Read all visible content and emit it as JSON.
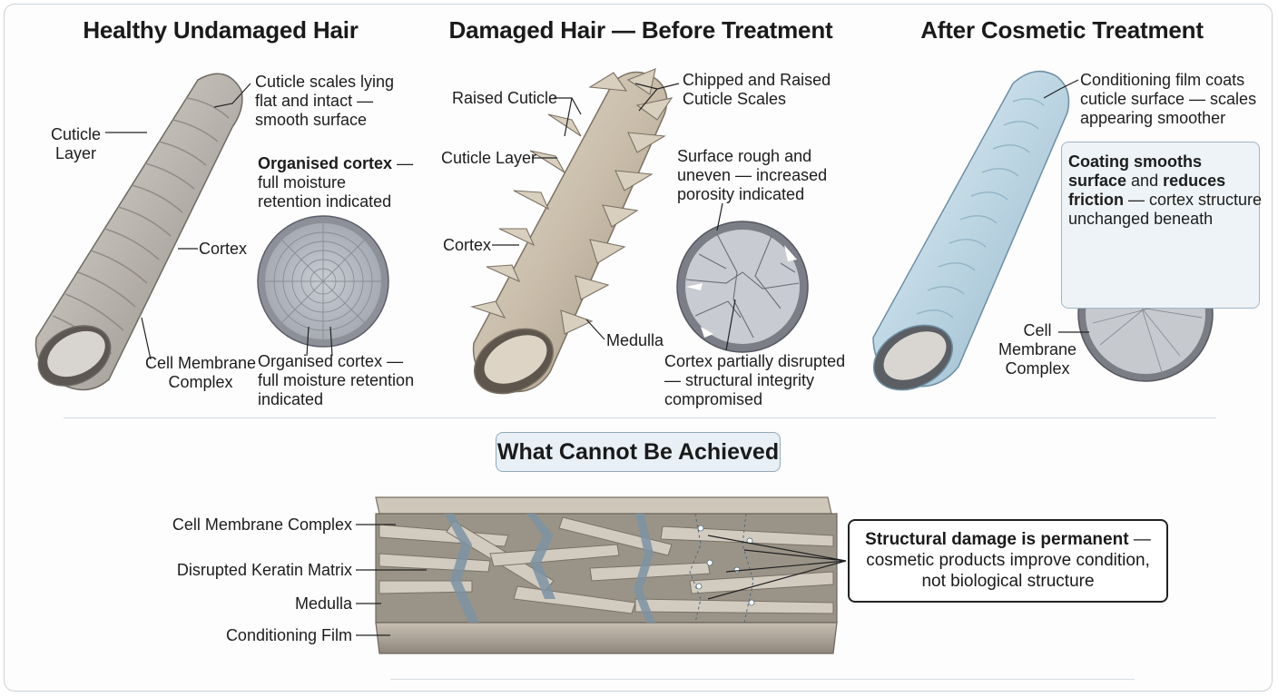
{
  "panels": {
    "healthy": {
      "title": "Healthy Undamaged Hair",
      "labels": {
        "cuticle_scales_1": "Cuticle scales lying",
        "cuticle_scales_2": "flat and intact —",
        "cuticle_scales_3": "smooth surface",
        "cuticle_layer_1": "Cuticle",
        "cuticle_layer_2": "Layer",
        "cortex_head": "Organised cortex",
        "cortex_head_dash": " —",
        "cortex_head_2": "full moisture",
        "cortex_head_3": "retention indicated",
        "cortex": "Cortex",
        "cmc_1": "Cell Membrane",
        "cmc_2": "Complex",
        "cortex_bottom_1": "Organised cortex —",
        "cortex_bottom_2": "full moisture retention",
        "cortex_bottom_3": "indicated"
      }
    },
    "damaged": {
      "title": "Damaged Hair — Before Treatment",
      "labels": {
        "raised_cuticle": "Raised Cuticle",
        "chipped_1": "Chipped and Raised",
        "chipped_2": "Cuticle Scales",
        "cuticle_layer": "Cuticle Layer",
        "surface_1": "Surface rough and",
        "surface_2": "uneven — increased",
        "surface_3": "porosity indicated",
        "cortex": "Cortex",
        "medulla": "Medulla",
        "disrupted_1": "Cortex partially disrupted",
        "disrupted_2": "— structural integrity",
        "disrupted_3": "compromised"
      }
    },
    "treated": {
      "title": "After Cosmetic Treatment",
      "labels": {
        "film_1": "Conditioning film coats",
        "film_2": "cuticle surface — scales",
        "film_3": "appearing smoother",
        "coating_b1": "Coating smooths",
        "coating_b2": "surface",
        "coating_t2": " and ",
        "coating_b3": "reduces",
        "coating_b4": "friction",
        "coating_t4": " — cortex structure",
        "coating_t5": "unchanged beneath",
        "cell_1": "Cell",
        "cell_2": "Membrane",
        "cell_3": "Complex"
      }
    }
  },
  "cannot": {
    "title": "What Cannot Be Achieved",
    "labels": {
      "cmc": "Cell Membrane Complex",
      "keratin": "Disrupted Keratin Matrix",
      "medulla": "Medulla",
      "film": "Conditioning Film"
    },
    "callout_bold": "Structural damage is permanent",
    "callout_dash": " —",
    "callout_2": "cosmetic products improve condition,",
    "callout_3": "not biological structure"
  },
  "colors": {
    "hair_gray": "#b7b2ab",
    "hair_dark": "#8a847d",
    "damaged_beige": "#c9bdaa",
    "film_blue": "#c7dce8",
    "accent_blue": "#9fb6c6",
    "crack_blue": "#7f98a8"
  }
}
